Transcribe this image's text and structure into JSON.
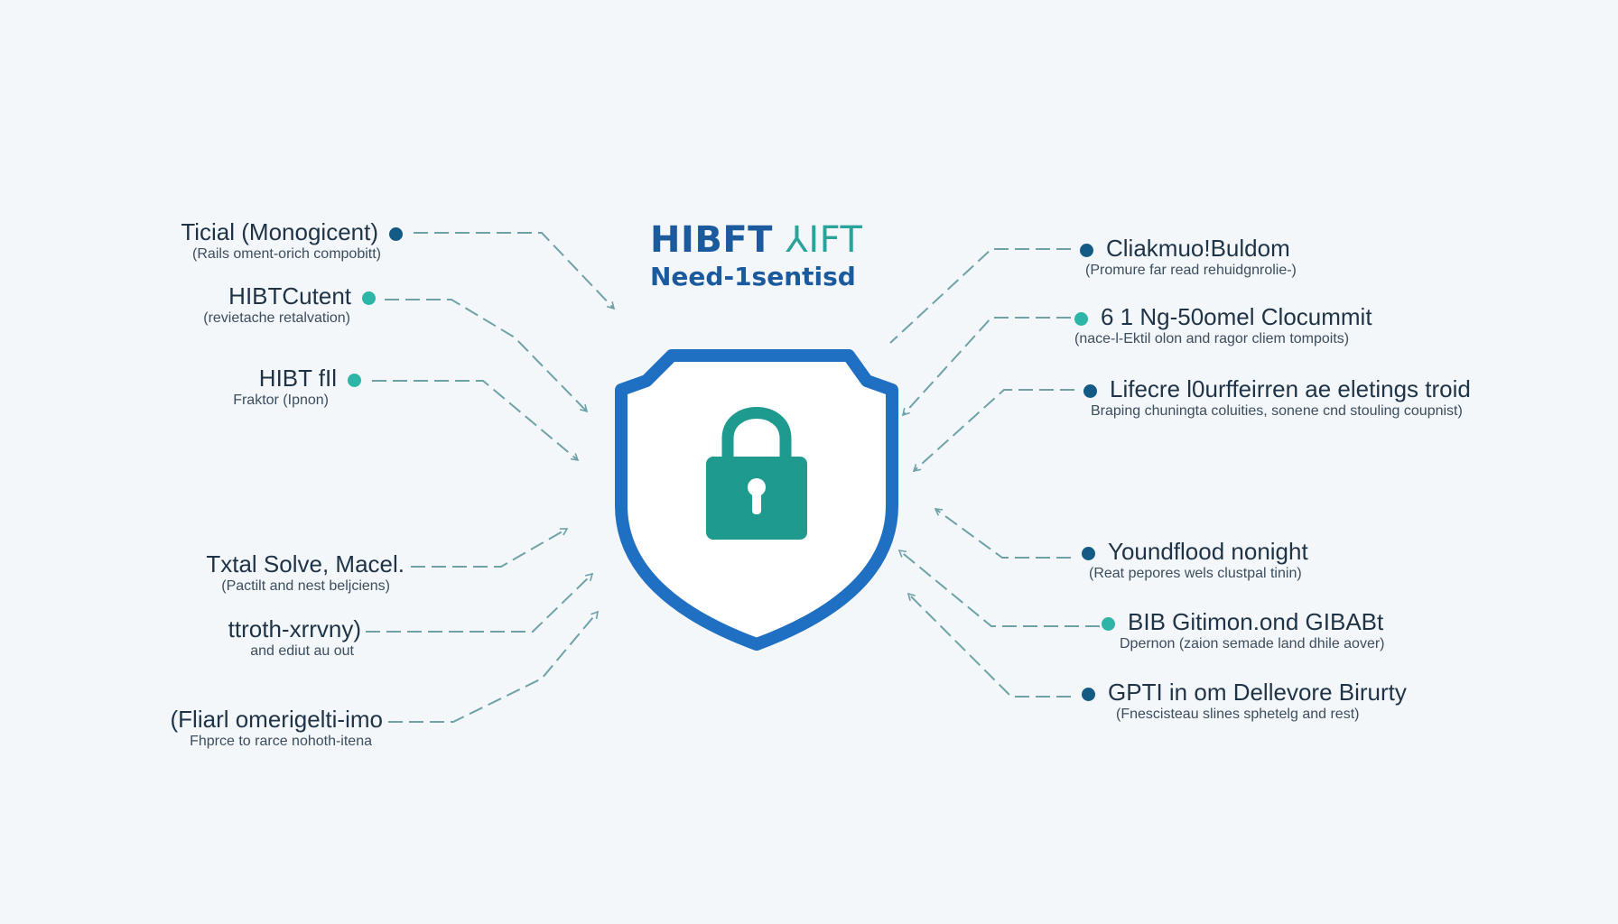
{
  "title": {
    "line1_main": "HIBFT",
    "line1_accent": "⅄IFT",
    "line2": "Need-1sentisd"
  },
  "colors": {
    "shield": "#1f6fc2",
    "lock": "#1e9a8f",
    "connector": "#6ea2a8",
    "dot_dark": "#135b84",
    "dot_teal": "#2fb5a8"
  },
  "icons": {
    "center": "shield-lock-icon"
  },
  "left_items": [
    {
      "label": "Ticial (Monogicent)",
      "sub": "(Rails oment-orich compobitt)",
      "dot": "dark"
    },
    {
      "label": "HIBTCutent",
      "sub": "(revietache retalvation)",
      "dot": "teal"
    },
    {
      "label": "HIBT fIl",
      "sub": "Fraktor (Ipnon)",
      "dot": "teal"
    },
    {
      "label": "Txtal Solve, Macel.",
      "sub": "(Pactilt and nest beljciens)",
      "dot": "none"
    },
    {
      "label": "ttroth-xrrvny)",
      "sub": "and ediut au out",
      "dot": "none"
    },
    {
      "label": "(Fliarl omerigelti-imo",
      "sub": "Fhprce to rarce nohoth-itena",
      "dot": "none"
    }
  ],
  "right_items": [
    {
      "label": "Cliakmuo!Buldom",
      "sub": "(Promure far read rehuidgnrolie-)",
      "dot": "dark"
    },
    {
      "label": "6 1 Ng-50omel Clocummit",
      "sub": "(nace-l-Ektil olon and ragor cliem tompoits)",
      "dot": "teal"
    },
    {
      "label": "Lifecre l0urffeirren ae eletings troid",
      "sub": "Braping chuningta coluities, sonene cnd stouling coupnist)",
      "dot": "dark"
    },
    {
      "label": "Youndflood nonight",
      "sub": "(Reat pepores wels clustpal tinin)",
      "dot": "dark"
    },
    {
      "label": "BIB Gitimon.ond GIBABt",
      "sub": "Dpernon (zaion semade land dhile aover)",
      "dot": "teal"
    },
    {
      "label": "GPTI in om Dellevore Birurty",
      "sub": "(Fnescisteau slines sphetelg and rest)",
      "dot": "dark"
    }
  ]
}
